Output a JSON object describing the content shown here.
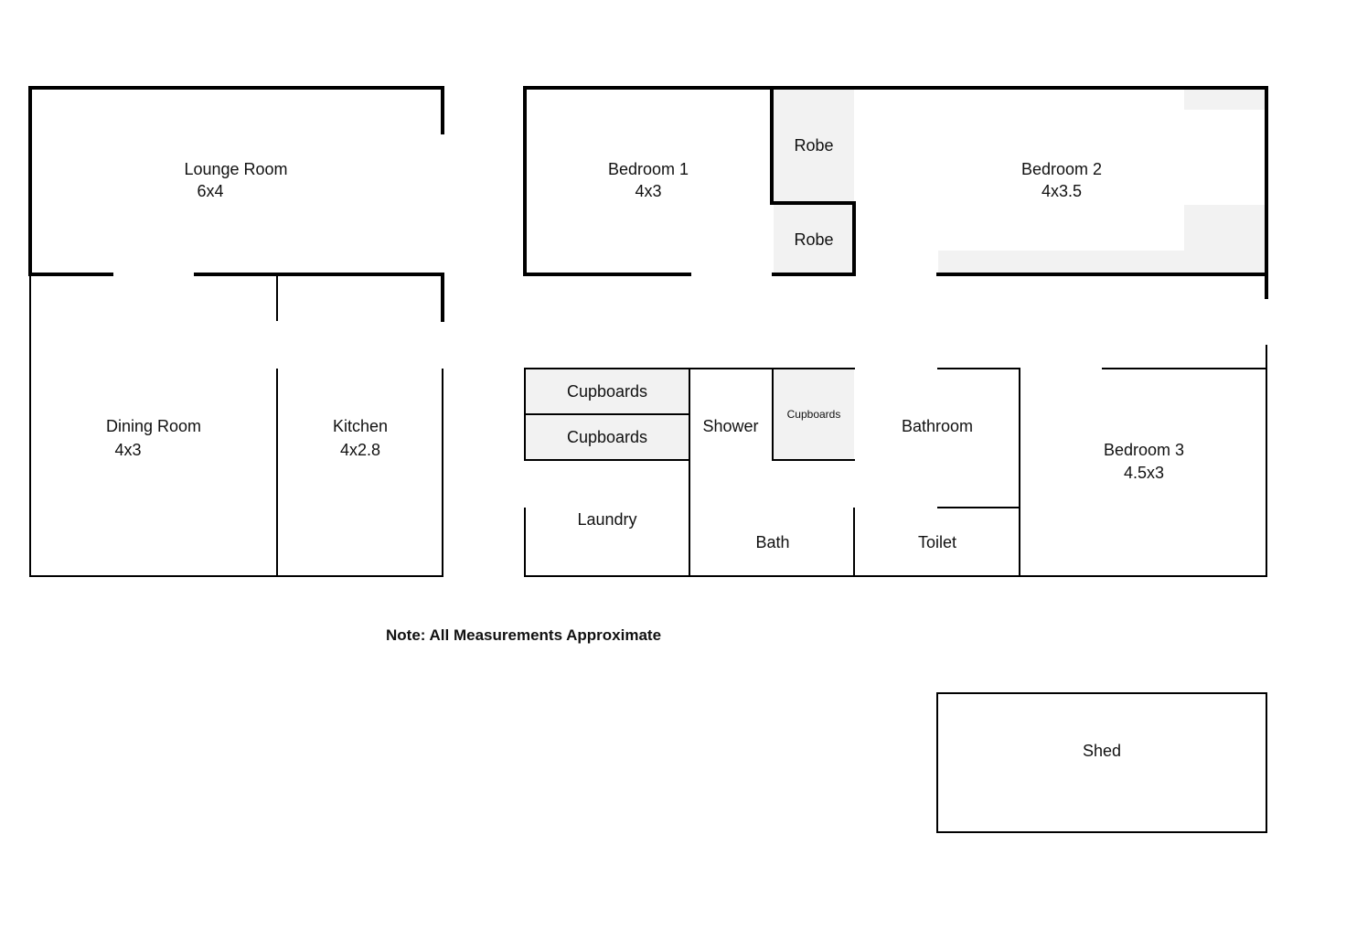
{
  "colors": {
    "wall": "#000000",
    "shade": "#f2f2f2",
    "background": "#ffffff"
  },
  "rooms": {
    "lounge": {
      "name": "Lounge Room",
      "size": "6x4"
    },
    "dining": {
      "name": "Dining Room",
      "size": "4x3"
    },
    "kitchen": {
      "name": "Kitchen",
      "size": "4x2.8"
    },
    "bedroom1": {
      "name": "Bedroom 1",
      "size": "4x3"
    },
    "robe_upper": {
      "name": "Robe"
    },
    "robe_lower": {
      "name": "Robe"
    },
    "bedroom2": {
      "name": "Bedroom 2",
      "size": "4x3.5"
    },
    "cupboards_upper": {
      "name": "Cupboards"
    },
    "cupboards_lower": {
      "name": "Cupboards"
    },
    "laundry": {
      "name": "Laundry"
    },
    "shower": {
      "name": "Shower"
    },
    "cupboards_small": {
      "name": "Cupboards"
    },
    "bath": {
      "name": "Bath"
    },
    "bathroom": {
      "name": "Bathroom"
    },
    "toilet": {
      "name": "Toilet"
    },
    "bedroom3": {
      "name": "Bedroom 3",
      "size": "4.5x3"
    },
    "shed": {
      "name": "Shed"
    }
  },
  "note": "Note: All Measurements Approximate"
}
